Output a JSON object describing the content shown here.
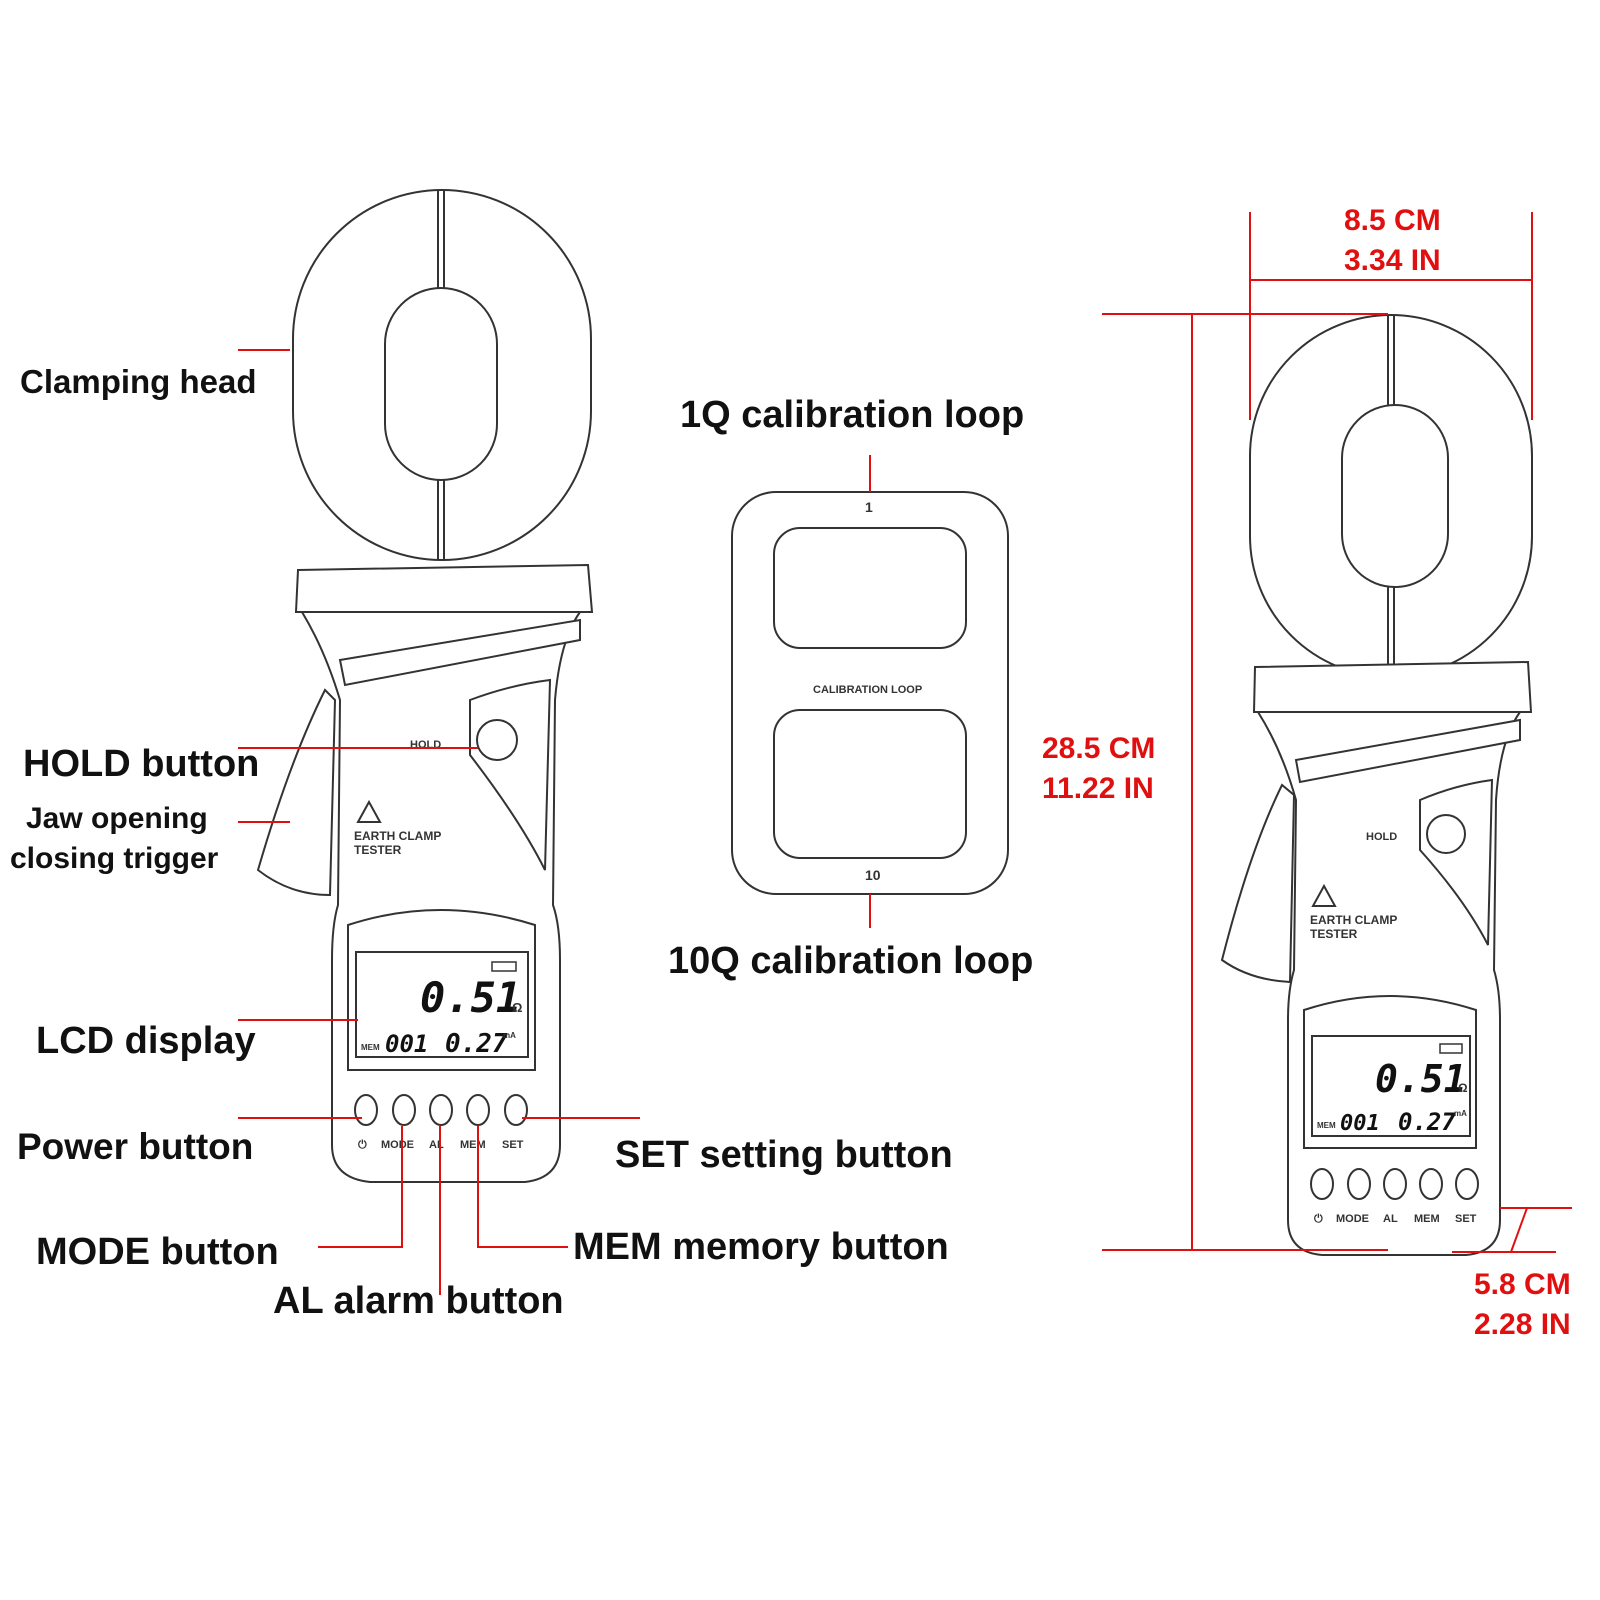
{
  "callouts": {
    "clamping_head": "Clamping head",
    "hold_button": "HOLD button",
    "jaw_trigger_line1": "Jaw opening",
    "jaw_trigger_line2": "closing trigger",
    "lcd_display": "LCD display",
    "power_button": "Power button",
    "mode_button": "MODE button",
    "al_button": "AL alarm button",
    "mem_button": "MEM memory button",
    "set_button": "SET setting button",
    "loop_1q": "1Q calibration loop",
    "loop_10q": "10Q calibration loop"
  },
  "calibration_loop": {
    "top_number": "1",
    "center_label": "CALIBRATION LOOP",
    "bottom_number": "10"
  },
  "device": {
    "hold_label": "HOLD",
    "brand_line1": "EARTH CLAMP",
    "brand_line2": "TESTER",
    "lcd_main_value": "0.51",
    "lcd_main_unit": "Ω",
    "lcd_mem_badge": "MEM",
    "lcd_mem_index": "001",
    "lcd_current_value": "0.27",
    "lcd_current_unit": "mA",
    "buttons": [
      "⏻",
      "MODE",
      "AL",
      "MEM",
      "SET"
    ]
  },
  "dimensions": {
    "width_cm": "8.5 CM",
    "width_in": "3.34 IN",
    "height_cm": "28.5 CM",
    "height_in": "11.22 IN",
    "depth_cm": "5.8 CM",
    "depth_in": "2.28 IN"
  },
  "colors": {
    "annotation": "#e01010",
    "outline": "#333333",
    "text": "#111111"
  }
}
